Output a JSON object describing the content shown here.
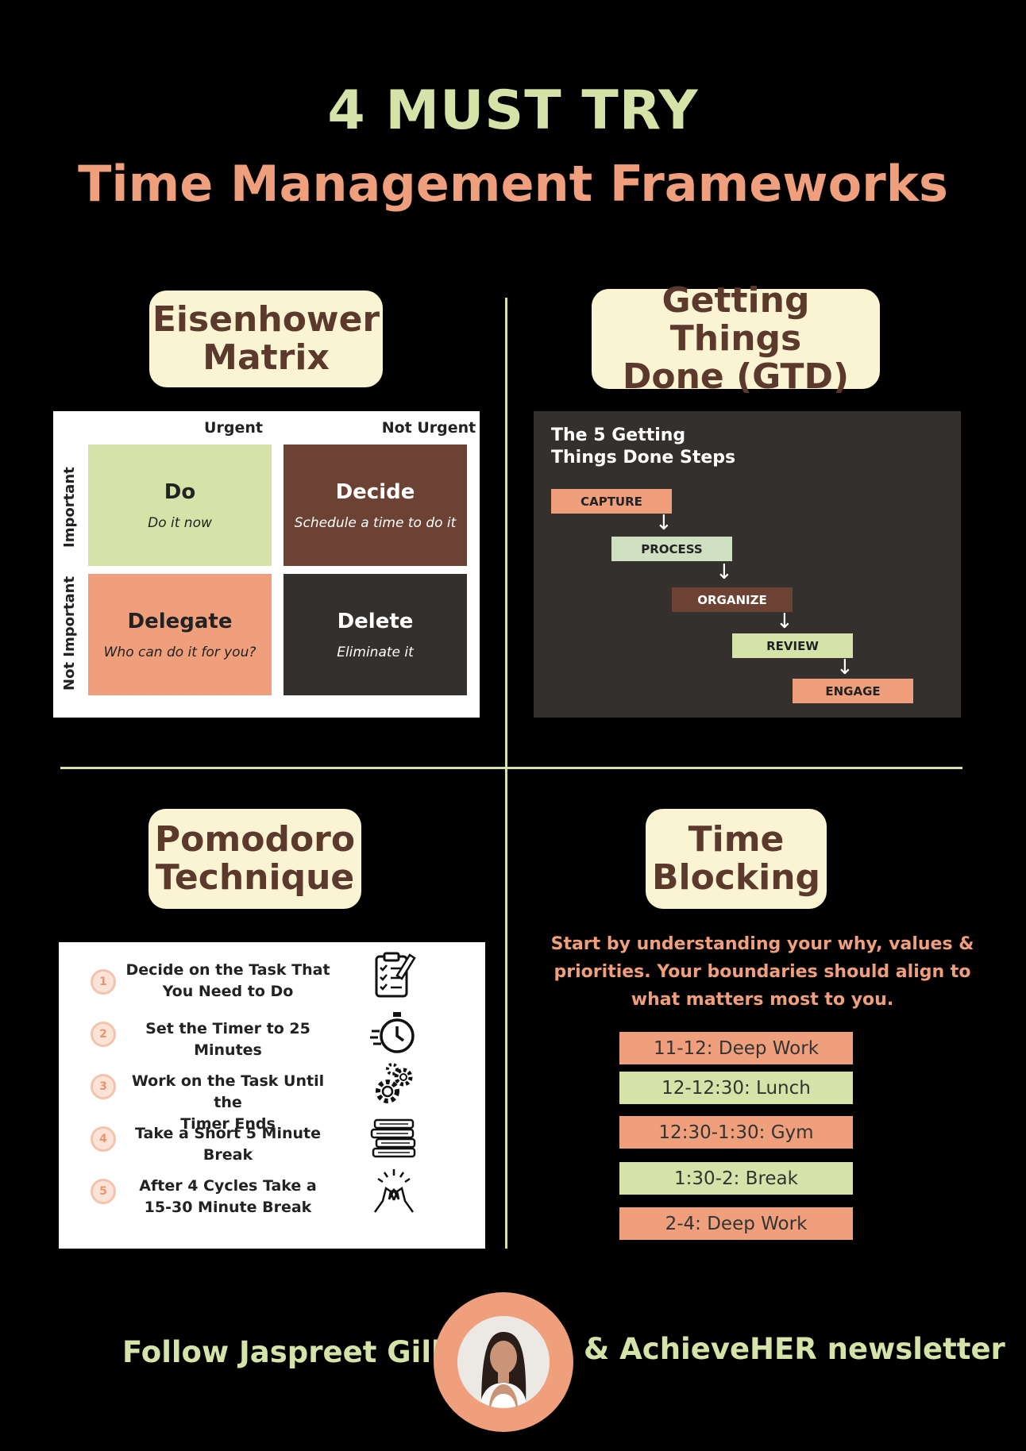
{
  "header": {
    "line1": "4 MUST TRY",
    "line2": "Time Management Frameworks"
  },
  "colors": {
    "background": "#000000",
    "green": "#d6e3a8",
    "salmon": "#ef9f7c",
    "brown": "#5b3a2d",
    "cream": "#fbf4d2",
    "dark": "#33302d"
  },
  "eisenhower": {
    "title_line1": "Eisenhower",
    "title_line2": "Matrix",
    "col_urgent": "Urgent",
    "col_not_urgent": "Not Urgent",
    "row_important": "Important",
    "row_not_important": "Not Important",
    "do_title": "Do",
    "do_sub": "Do it now",
    "decide_title": "Decide",
    "decide_sub": "Schedule a time to do it",
    "delegate_title": "Delegate",
    "delegate_sub": "Who can do it for you?",
    "delete_title": "Delete",
    "delete_sub": "Eliminate it"
  },
  "gtd": {
    "title_line1": "Getting Things",
    "title_line2": "Done (GTD)",
    "box_title_line1": "The 5 Getting",
    "box_title_line2": "Things Done Steps",
    "steps": [
      "CAPTURE",
      "PROCESS",
      "ORGANIZE",
      "REVIEW",
      "ENGAGE"
    ]
  },
  "pomodoro": {
    "title_line1": "Pomodoro",
    "title_line2": "Technique",
    "steps": [
      {
        "num": "1",
        "line1": "Decide on the Task That",
        "line2": "You Need to Do",
        "icon": "clipboard-checklist-icon"
      },
      {
        "num": "2",
        "line1": "Set the Timer to 25",
        "line2": "Minutes",
        "icon": "stopwatch-icon"
      },
      {
        "num": "3",
        "line1": "Work on the Task Until the",
        "line2": "Timer Ends",
        "icon": "gears-icon"
      },
      {
        "num": "4",
        "line1": "Take a Short 5 Minute",
        "line2": "Break",
        "icon": "books-stack-icon"
      },
      {
        "num": "5",
        "line1": "After 4 Cycles Take a",
        "line2": "15-30 Minute Break",
        "icon": "high-five-icon"
      }
    ]
  },
  "timeblocking": {
    "title_line1": "Time",
    "title_line2": "Blocking",
    "text_line1": "Start by understanding your why, values &",
    "text_line2": "priorities. Your boundaries should align to",
    "text_line3": "what matters most to you.",
    "blocks": [
      "11-12: Deep Work",
      "12-12:30: Lunch",
      "12:30-1:30: Gym",
      "1:30-2: Break",
      "2-4: Deep Work"
    ]
  },
  "footer": {
    "left": "Follow Jaspreet Gill",
    "right": "& AchieveHER newsletter"
  }
}
